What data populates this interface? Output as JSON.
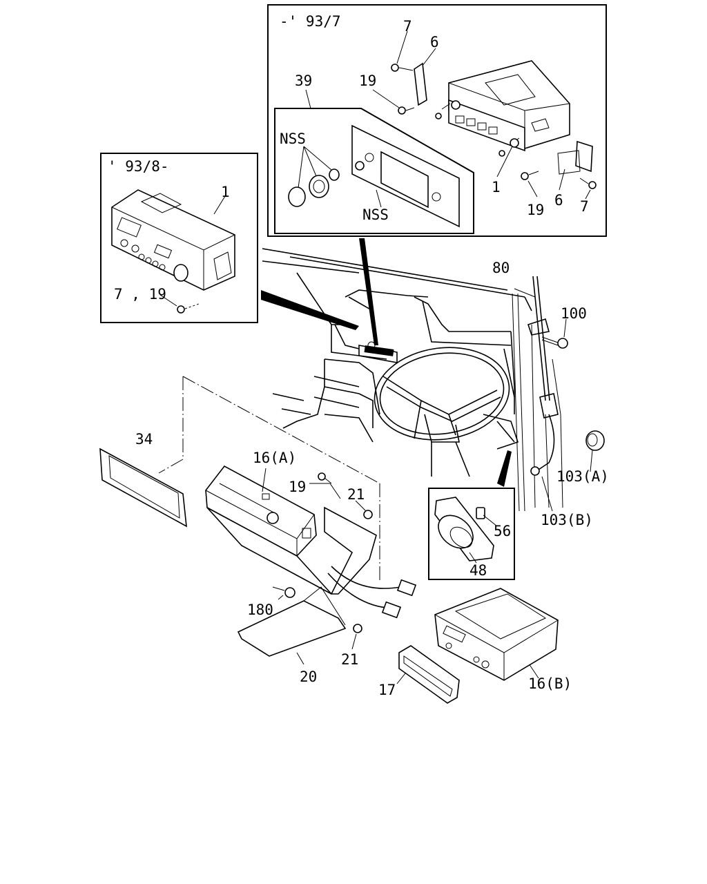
{
  "inset_top": {
    "date_label": "-' 93/7",
    "labels": {
      "l7a": "7",
      "l6a": "6",
      "l39": "39",
      "l19a": "19",
      "nss1": "NSS",
      "nss2": "NSS",
      "l1": "1",
      "l19b": "19",
      "l6b": "6",
      "l7b": "7"
    }
  },
  "inset_left": {
    "date_label": "' 93/8-",
    "labels": {
      "l1": "1",
      "l7_19": "7 , 19"
    }
  },
  "inset_speaker": {
    "labels": {
      "l56": "56",
      "l48": "48"
    }
  },
  "main_labels": {
    "l80": "80",
    "l100": "100",
    "l103a": "103(A)",
    "l103b": "103(B)",
    "l34": "34",
    "l16a": "16(A)",
    "l19": "19",
    "l21a": "21",
    "l180": "180",
    "l21b": "21",
    "l20": "20",
    "l17": "17",
    "l16b": "16(B)"
  }
}
